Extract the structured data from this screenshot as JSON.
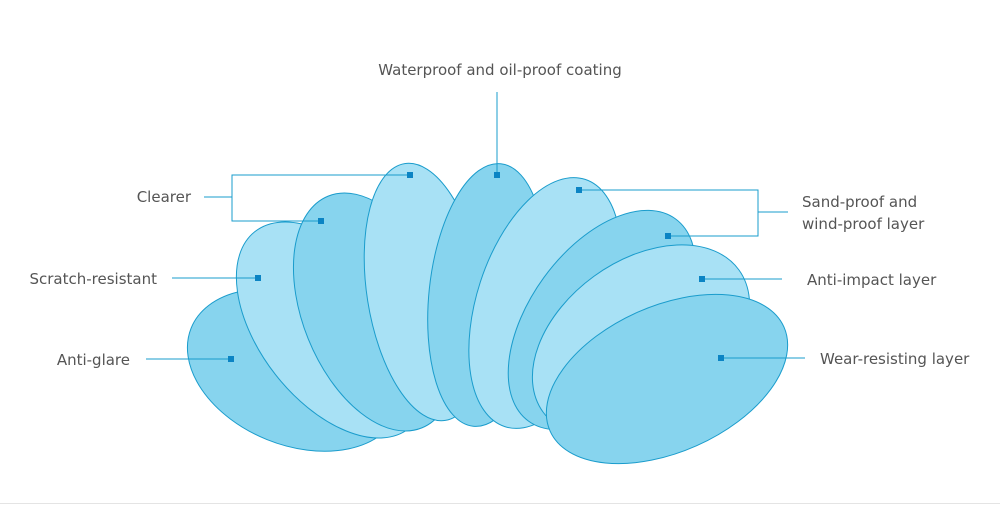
{
  "colors": {
    "petal_light": "#a8e1f5",
    "petal_mid": "#87d4ee",
    "stroke": "#1a9ccc",
    "marker": "#0b84c4",
    "leader": "#1a9ccc",
    "text": "#555555"
  },
  "labels": {
    "waterproof": "Waterproof and oil-proof coating",
    "clearer": "Clearer",
    "scratch": "Scratch-resistant",
    "antiglare": "Anti-glare",
    "sandproof_line1": "Sand-proof and",
    "sandproof_line2": "wind-proof layer",
    "antiimpact": "Anti-impact layer",
    "wear": "Wear-resisting layer"
  }
}
